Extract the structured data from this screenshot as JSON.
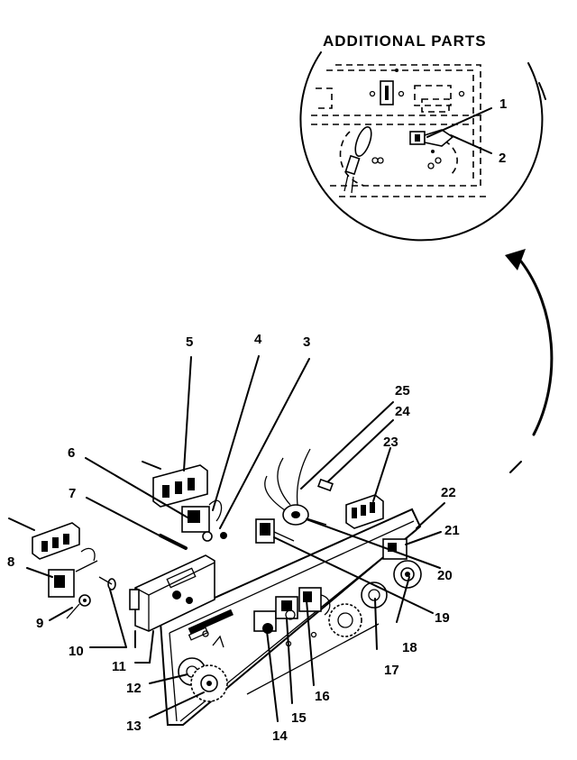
{
  "inset": {
    "title": "ADDITIONAL PARTS",
    "callouts": [
      "1",
      "2"
    ]
  },
  "callouts": [
    "3",
    "4",
    "5",
    "6",
    "7",
    "8",
    "9",
    "10",
    "11",
    "12",
    "13",
    "14",
    "15",
    "16",
    "17",
    "18",
    "19",
    "20",
    "21",
    "22",
    "23",
    "24",
    "25"
  ]
}
